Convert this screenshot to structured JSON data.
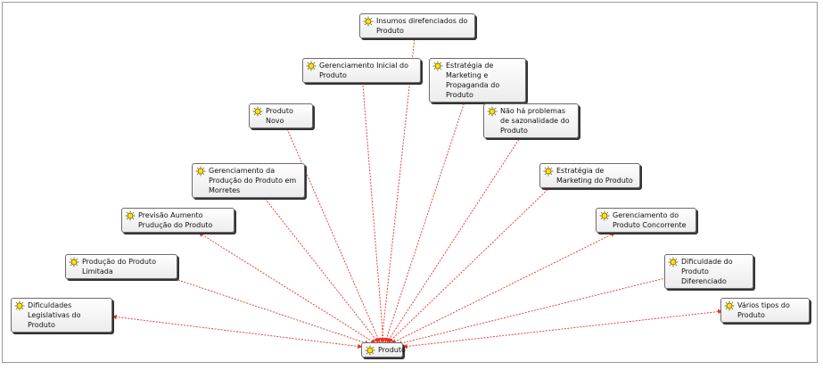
{
  "diagram": {
    "type": "radial-concept-map",
    "line_color": "#e8322a",
    "node_icon": "sun-icon",
    "center": {
      "id": "produto",
      "label": "Produto"
    },
    "nodes": [
      {
        "id": "insumos",
        "label": "Insumos direfenciados do Produto"
      },
      {
        "id": "gerenciamento-inicial",
        "label": "Gerenciamento Inicial do Produto"
      },
      {
        "id": "estrategia-marketing-propaganda",
        "label": "Estratégia de Marketing e Propaganda do Produto"
      },
      {
        "id": "produto-novo",
        "label": "Produto Novo"
      },
      {
        "id": "sazonalidade",
        "label": "Não há problemas de sazonalidade do Produto"
      },
      {
        "id": "gerenciamento-producao-morretes",
        "label": "Gerenciamento da Produção do Produto em Morretes"
      },
      {
        "id": "estrategia-marketing",
        "label": "Estratégia de Marketing do Produto"
      },
      {
        "id": "previsao-aumento",
        "label": "Previsão Aumento Prudução do Produto"
      },
      {
        "id": "gerenciamento-concorrente",
        "label": "Gerenciamento do Produto Concorrente"
      },
      {
        "id": "producao-limitada",
        "label": "Produção do Produto Limitada"
      },
      {
        "id": "dificuldade-diferenciado",
        "label": "Dificuldade do Produto Diferenciado"
      },
      {
        "id": "dificuldades-legislativas",
        "label": "Dificuldades Legislativas do Produto"
      },
      {
        "id": "varios-tipos",
        "label": "Vários tipos do Produto"
      }
    ],
    "edges": [
      {
        "from": "produto",
        "to": "insumos",
        "arrows": "both"
      },
      {
        "from": "produto",
        "to": "gerenciamento-inicial",
        "arrows": "both"
      },
      {
        "from": "produto",
        "to": "estrategia-marketing-propaganda",
        "arrows": "both"
      },
      {
        "from": "produto",
        "to": "produto-novo",
        "arrows": "both"
      },
      {
        "from": "produto",
        "to": "sazonalidade",
        "arrows": "both"
      },
      {
        "from": "produto",
        "to": "gerenciamento-producao-morretes",
        "arrows": "both"
      },
      {
        "from": "produto",
        "to": "estrategia-marketing",
        "arrows": "both"
      },
      {
        "from": "produto",
        "to": "previsao-aumento",
        "arrows": "both"
      },
      {
        "from": "produto",
        "to": "gerenciamento-concorrente",
        "arrows": "both"
      },
      {
        "from": "produto",
        "to": "producao-limitada",
        "arrows": "both"
      },
      {
        "from": "produto",
        "to": "dificuldade-diferenciado",
        "arrows": "both"
      },
      {
        "from": "produto",
        "to": "dificuldades-legislativas",
        "arrows": "both"
      },
      {
        "from": "produto",
        "to": "varios-tipos",
        "arrows": "both"
      }
    ]
  }
}
